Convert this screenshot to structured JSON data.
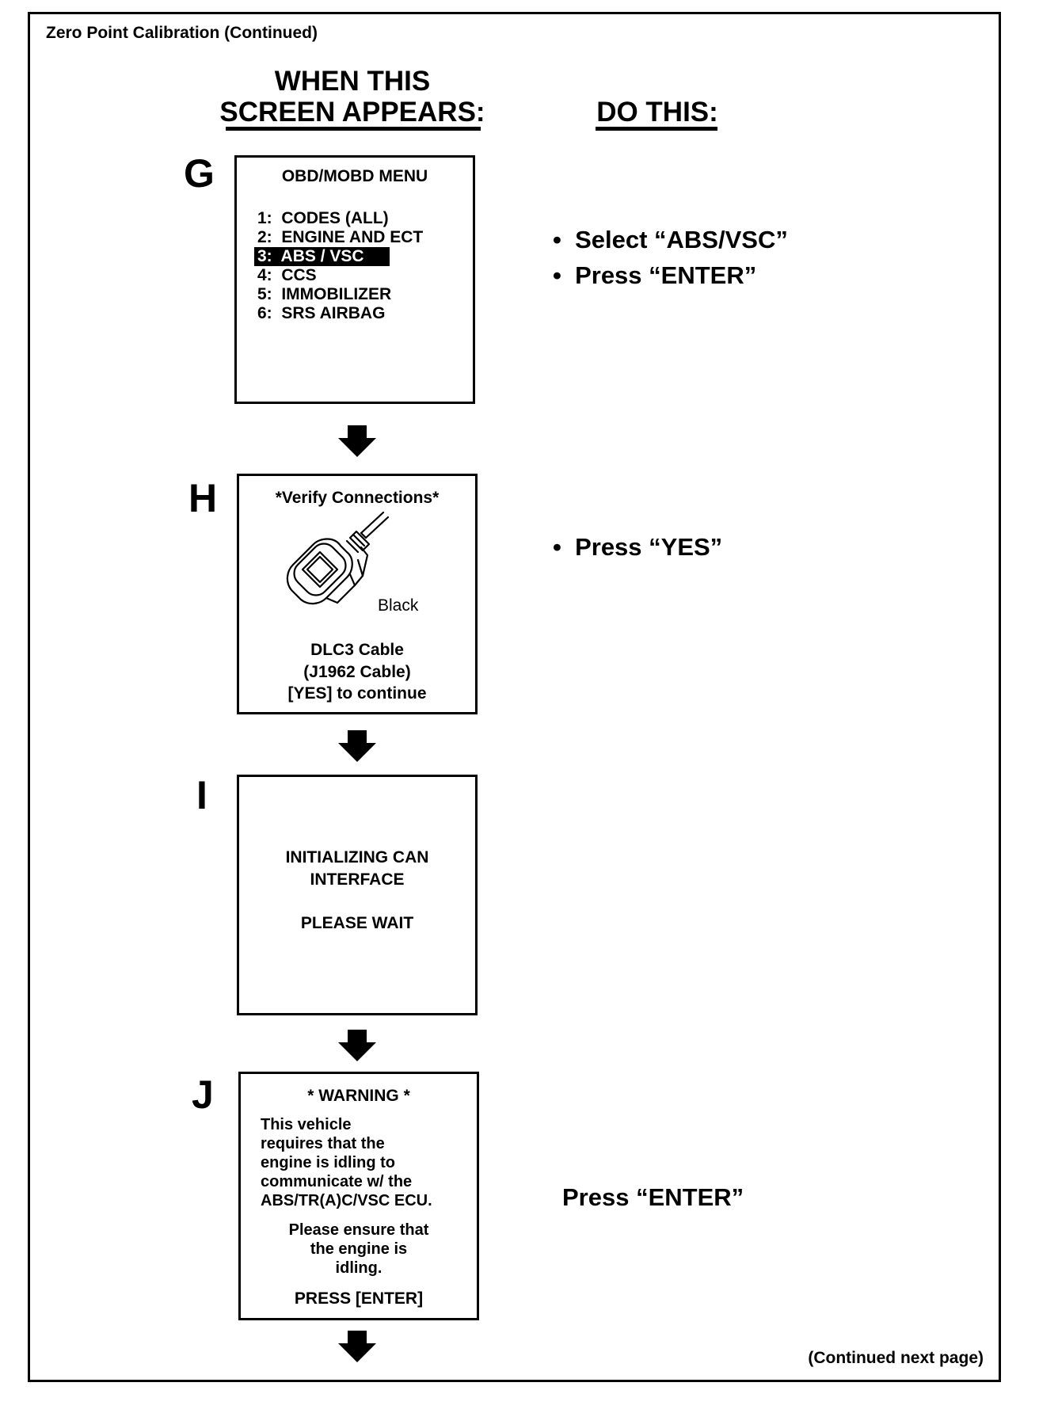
{
  "page": {
    "title": "Zero Point Calibration (Continued)",
    "footer": "(Continued next page)"
  },
  "headers": {
    "left_line1": "WHEN THIS",
    "left_line2": "SCREEN APPEARS:",
    "right": "DO THIS:"
  },
  "steps": {
    "g": {
      "letter": "G",
      "screen_title": "OBD/MOBD MENU",
      "menu": [
        "1:  CODES (ALL)",
        "2:  ENGINE AND ECT",
        "3:  ABS / VSC",
        "4:  CCS",
        "5:  IMMOBILIZER",
        "6:  SRS AIRBAG"
      ],
      "selected_index": 2,
      "instructions": [
        "•  Select “ABS/VSC”",
        "•  Press “ENTER”"
      ]
    },
    "h": {
      "letter": "H",
      "screen_title": "*Verify Connections*",
      "connector_label": "Black",
      "line1": "DLC3 Cable",
      "line2": "(J1962 Cable)",
      "line3": "[YES] to continue",
      "instructions": [
        "•  Press “YES”"
      ]
    },
    "i": {
      "letter": "I",
      "line1": "INITIALIZING CAN",
      "line2": "INTERFACE",
      "line3": "PLEASE WAIT"
    },
    "j": {
      "letter": "J",
      "screen_title": "* WARNING *",
      "body": [
        "This vehicle",
        "requires that the",
        "engine is idling to",
        "communicate w/ the",
        "ABS/TR(A)C/VSC ECU."
      ],
      "ensure": [
        "Please ensure that",
        "the engine is",
        "idling."
      ],
      "prompt": "PRESS [ENTER]",
      "instruction": "Press “ENTER”"
    }
  },
  "icons": {
    "arrow": "down-arrow-icon",
    "connector": "dlc3-connector-icon"
  }
}
